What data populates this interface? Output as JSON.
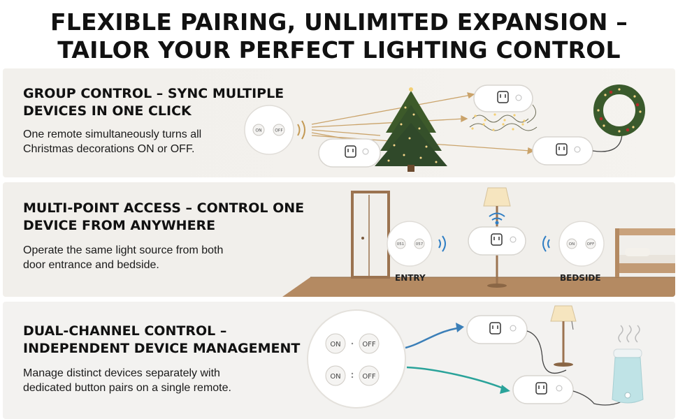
{
  "title": {
    "line1": "FLEXIBLE PAIRING, UNLIMITED EXPANSION –",
    "line2": "TAILOR YOUR PERFECT LIGHTING CONTROL"
  },
  "sections": [
    {
      "heading1": "GROUP CONTROL – SYNC MULTIPLE",
      "heading2": "DEVICES IN ONE CLICK",
      "desc1": "One remote simultaneously turns all",
      "desc2": "Christmas decorations ON or OFF.",
      "remote_labels": [
        "ON",
        "OFF"
      ]
    },
    {
      "heading1": "MULTI-POINT ACCESS – CONTROL ONE",
      "heading2": "DEVICE FROM ANYWHERE",
      "desc1": "Operate the same light source from both",
      "desc2": "door entrance and bedside.",
      "left_remote_labels": [
        "051",
        "057"
      ],
      "right_remote_labels": [
        "ON",
        "OFF"
      ],
      "label_entry": "ENTRY",
      "label_bedside": "BEDSIDE"
    },
    {
      "heading1": "DUAL-CHANNEL CONTROL –",
      "heading2": "INDEPENDENT DEVICE MANAGEMENT",
      "desc1": "Manage distinct devices separately with",
      "desc2": "dedicated button pairs on a single remote.",
      "remote_buttons": [
        "ON",
        "OFF",
        "ON",
        "OFF"
      ]
    }
  ],
  "colors": {
    "arrow_blue": "#3b7fb8",
    "arrow_teal": "#2aa39a",
    "wifi_blue": "#2f7ec4",
    "signal_gold": "#c49a55",
    "tree_green": "#3d5a2a",
    "floor_wood": "#b48a62"
  }
}
